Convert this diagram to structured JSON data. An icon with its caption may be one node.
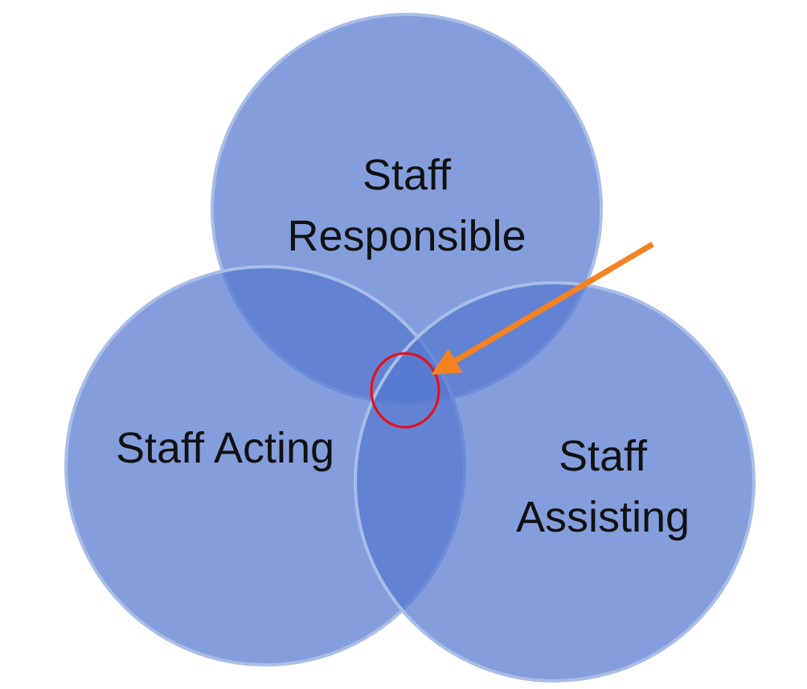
{
  "diagram": {
    "nodes": [
      {
        "text": [
          "Staff Responsible"
        ]
      },
      {
        "text": [
          "Staff Acting"
        ]
      },
      {
        "text": [
          "Staff Assisting"
        ]
      },
      {
        "text": [],
        "shape": "ellipse"
      }
    ],
    "edges": [
      {
        "from": null,
        "to": 3,
        "arrow": "to",
        "color": "#f58220"
      }
    ]
  }
}
